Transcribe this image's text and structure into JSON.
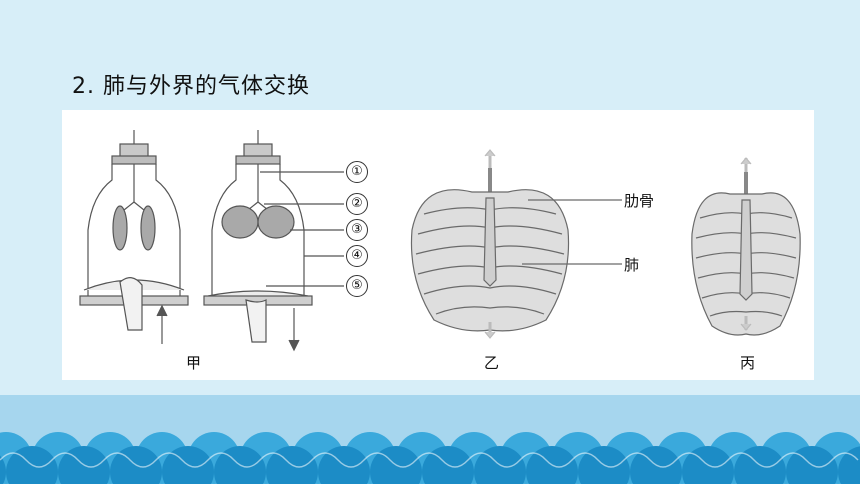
{
  "slide": {
    "heading": "2. 肺与外界的气体交换",
    "colors": {
      "background": "#d7eef8",
      "band": "#9ad0ea",
      "wave_dark": "#1f8fc8",
      "wave_light": "#3fb0e0",
      "panel": "#ffffff"
    }
  },
  "figure": {
    "callout_numbers": [
      "①",
      "②",
      "③",
      "④",
      "⑤"
    ],
    "part_labels": {
      "rib": "肋骨",
      "lung": "肺"
    },
    "captions": {
      "jia": "甲",
      "yi": "乙",
      "bing": "丙"
    }
  }
}
